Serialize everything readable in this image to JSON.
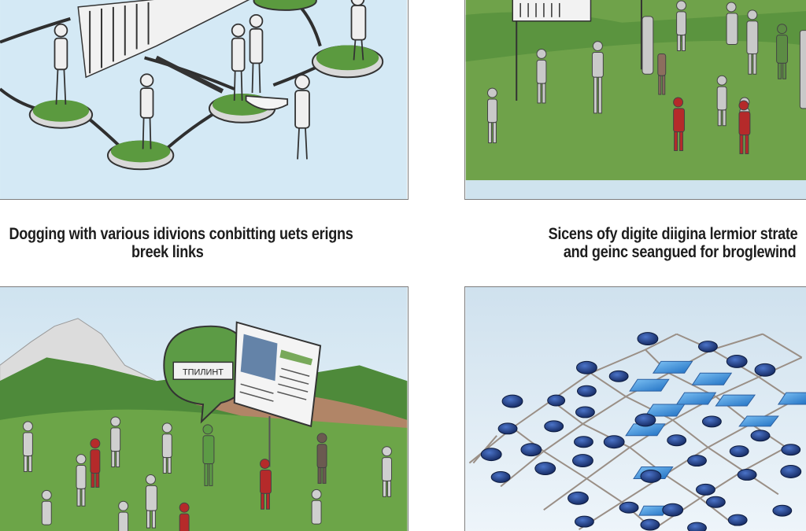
{
  "panels": [
    {
      "id": "top-left",
      "caption_lines": [
        "Dogging with various idivions conbitting uets erigns",
        "breek links"
      ],
      "colors": {
        "sky": "#cfe6f3",
        "platform_green": "#5b9a3f",
        "chain": "#2f2f2f"
      }
    },
    {
      "id": "top-right",
      "caption_lines": [
        "Sicens ofy digite diigina lermior strate",
        "and geinc seangued  for broglewind"
      ],
      "colors": {
        "grass": "#6fa24a",
        "figure_red": "#b52a2a"
      }
    },
    {
      "id": "bottom-left",
      "speech_bubble_text": "ТПИЛИНТ",
      "colors": {
        "hills": "#4e8a3a",
        "bubble": "#5c9b45",
        "figure_red": "#b52a2a"
      }
    },
    {
      "id": "bottom-right",
      "colors": {
        "node_blue": "#1e3f8a",
        "screen_blue": "#3a8fe0",
        "background": "#d9e8f2"
      }
    }
  ]
}
